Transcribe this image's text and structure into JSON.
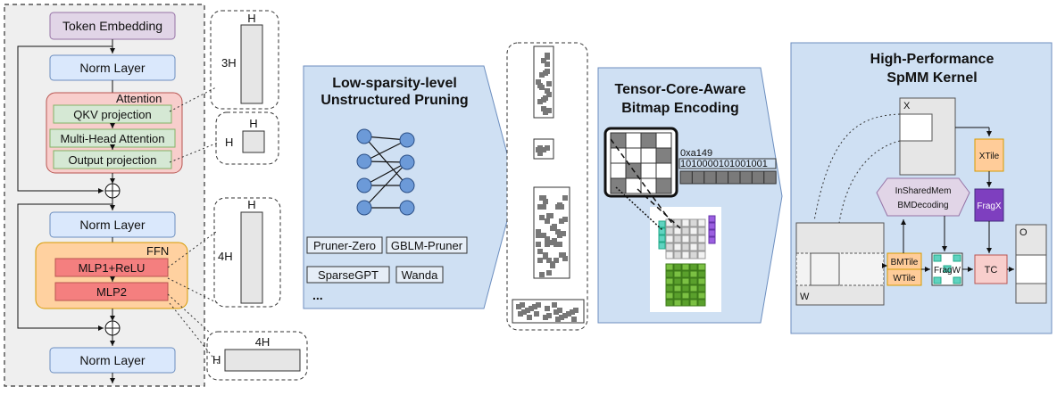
{
  "transformer": {
    "token_embedding": "Token Embedding",
    "norm_layer": "Norm Layer",
    "attention_label": "Attention",
    "qkv": "QKV projection",
    "mha": "Multi-Head Attention",
    "out_proj": "Output projection",
    "ffn_label": "FFN",
    "mlp1": "MLP1+ReLU",
    "mlp2": "MLP2",
    "plus": "+"
  },
  "matrices": {
    "h": "H",
    "h3": "3H",
    "h4": "4H"
  },
  "pruning": {
    "title_line1": "Low-sparsity-level",
    "title_line2": "Unstructured Pruning",
    "methods": [
      "Pruner-Zero",
      "GBLM-Pruner",
      "SparseGPT",
      "Wanda"
    ],
    "more": "..."
  },
  "encoding": {
    "title_line1": "Tensor-Core-Aware",
    "title_line2": "Bitmap Encoding",
    "hex": "0xa149",
    "bits": "1010000101001001"
  },
  "kernel": {
    "title_line1": "High-Performance",
    "title_line2": "SpMM Kernel",
    "x": "X",
    "w": "W",
    "o": "O",
    "xtile": "XTile",
    "fragx": "FragX",
    "shared1": "InSharedMem",
    "shared2": "BMDecoding",
    "bmtile": "BMTile",
    "wtile": "WTile",
    "fragw": "FragW",
    "tc": "TC"
  },
  "colors": {
    "embedding": "#e1d5e7",
    "norm": "#dae8fc",
    "attention_bg": "#f8cecc",
    "proj": "#d5e8d4",
    "ffn_bg": "#ffd1a0",
    "mlp": "#f47f7f",
    "panel": "#cfe0f3",
    "xtile": "#ffcc99",
    "fragx": "#7e3fbf",
    "tc": "#f8cecc"
  }
}
